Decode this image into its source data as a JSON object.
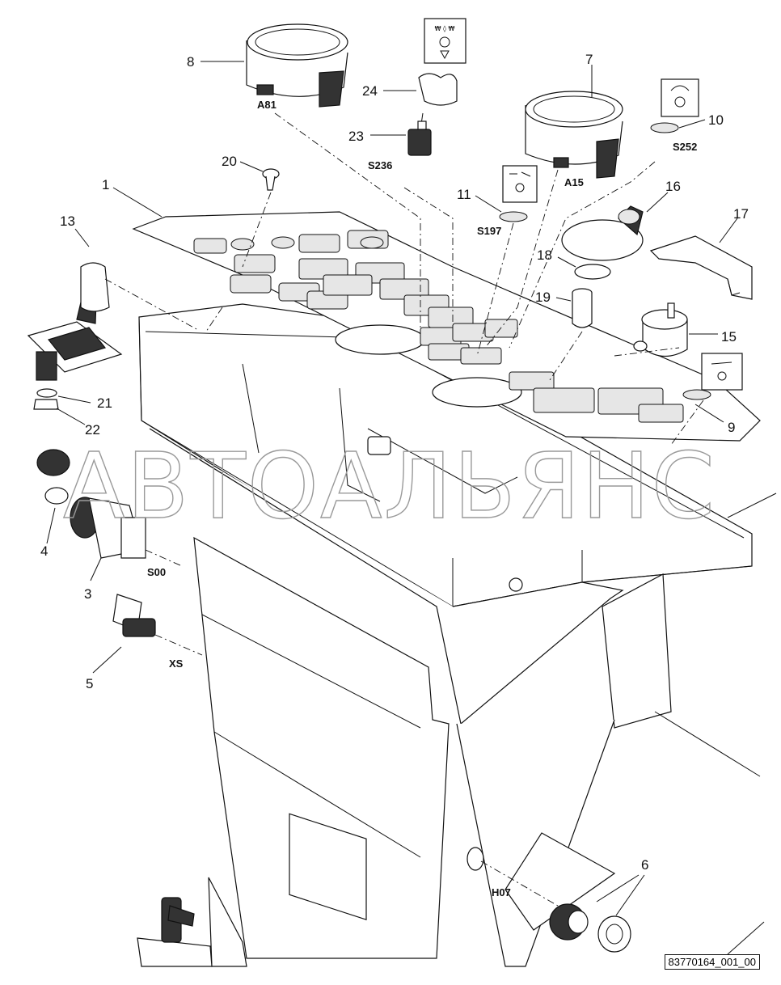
{
  "diagram": {
    "watermark": "АВТОАЛЬЯНС",
    "reference": "83770164_001_00",
    "callouts": [
      {
        "id": "c1",
        "label": "1"
      },
      {
        "id": "c3",
        "label": "3"
      },
      {
        "id": "c4",
        "label": "4"
      },
      {
        "id": "c5",
        "label": "5"
      },
      {
        "id": "c6",
        "label": "6"
      },
      {
        "id": "c7",
        "label": "7"
      },
      {
        "id": "c8",
        "label": "8"
      },
      {
        "id": "c9",
        "label": "9"
      },
      {
        "id": "c10",
        "label": "10"
      },
      {
        "id": "c11",
        "label": "11"
      },
      {
        "id": "c13",
        "label": "13"
      },
      {
        "id": "c15",
        "label": "15"
      },
      {
        "id": "c16",
        "label": "16"
      },
      {
        "id": "c17",
        "label": "17"
      },
      {
        "id": "c18",
        "label": "18"
      },
      {
        "id": "c19",
        "label": "19"
      },
      {
        "id": "c20",
        "label": "20"
      },
      {
        "id": "c21",
        "label": "21"
      },
      {
        "id": "c22",
        "label": "22"
      },
      {
        "id": "c23",
        "label": "23"
      },
      {
        "id": "c24",
        "label": "24"
      }
    ],
    "codes": [
      {
        "id": "k_a81",
        "label": "A81"
      },
      {
        "id": "k_s236",
        "label": "S236"
      },
      {
        "id": "k_a15",
        "label": "A15"
      },
      {
        "id": "k_s252",
        "label": "S252"
      },
      {
        "id": "k_s197",
        "label": "S197"
      },
      {
        "id": "k_s00",
        "label": "S00"
      },
      {
        "id": "k_xs",
        "label": "XS"
      },
      {
        "id": "k_h07",
        "label": "H07"
      }
    ]
  }
}
